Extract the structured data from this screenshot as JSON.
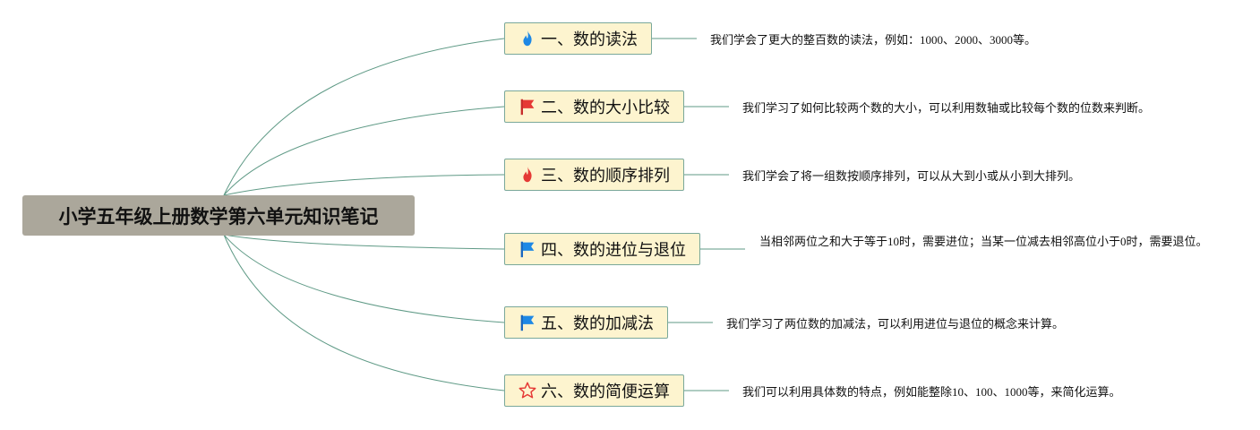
{
  "root": {
    "title": "小学五年级上册数学第六单元知识笔记"
  },
  "topics": [
    {
      "label": "一、数的读法",
      "icon": "blue-flame-icon",
      "note": "我们学会了更大的整百数的读法，例如：1000、2000、3000等。"
    },
    {
      "label": "二、数的大小比较",
      "icon": "red-flag-icon",
      "note": "我们学习了如何比较两个数的大小，可以利用数轴或比较每个数的位数来判断。"
    },
    {
      "label": "三、数的顺序排列",
      "icon": "red-flame-icon",
      "note": "我们学会了将一组数按顺序排列，可以从大到小或从小到大排列。"
    },
    {
      "label": "四、数的进位与退位",
      "icon": "blue-flag-icon",
      "note": "当相邻两位之和大于等于10时，需要进位；当某一位减去相邻高位小于0时，需要退位。"
    },
    {
      "label": "五、数的加减法",
      "icon": "blue-flag-icon",
      "note": "我们学习了两位数的加减法，可以利用进位与退位的概念来计算。"
    },
    {
      "label": "六、数的简便运算",
      "icon": "red-star-outline-icon",
      "note": "我们可以利用具体数的特点，例如能整除10、100、1000等，来简化运算。"
    }
  ],
  "colors": {
    "root_bg": "#aba79b",
    "topic_bg": "#fdf4cf",
    "line": "#5f9a86",
    "flame_blue": "#1e88e5",
    "flame_red": "#e53935",
    "flag_red": "#e53935",
    "flag_blue": "#1e88e5"
  }
}
